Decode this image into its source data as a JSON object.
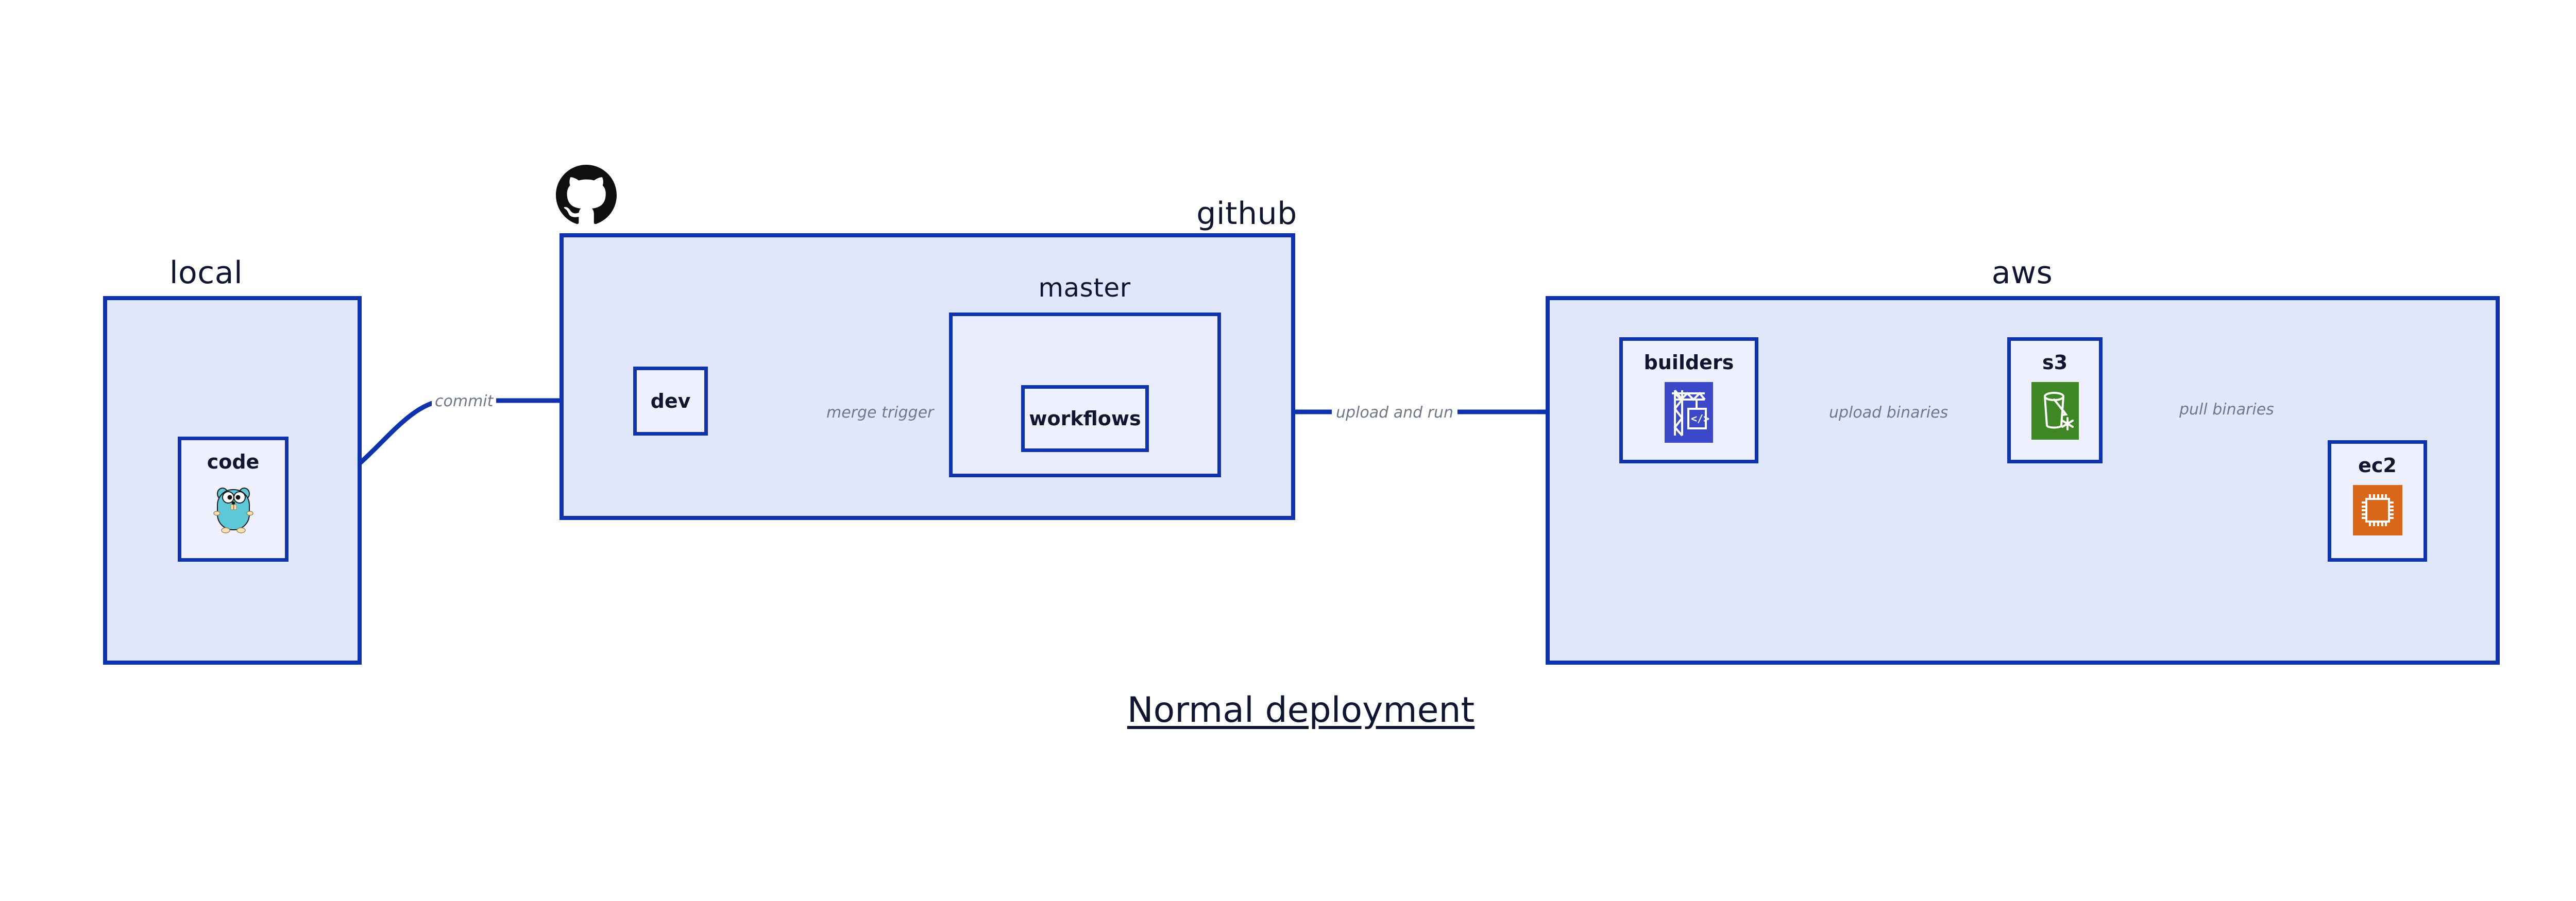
{
  "diagram": {
    "caption": "Normal deployment",
    "background_color": "#ffffff",
    "accent_color": "#0f32ad",
    "group_fill_color": "#e1e7fb",
    "node_fill_color": "#eef1fd",
    "label_color": "#10162f",
    "edge_label_color": "#6f7789"
  },
  "groups": [
    {
      "id": "local",
      "label": "local",
      "nodes": [
        {
          "id": "code",
          "label": "code",
          "icon": "go-gopher-icon"
        }
      ]
    },
    {
      "id": "github",
      "label": "github",
      "icon": "github-octocat-icon",
      "nodes": [
        {
          "id": "dev",
          "label": "dev",
          "icon": "none"
        }
      ],
      "subgroups": [
        {
          "id": "master",
          "label": "master",
          "nodes": [
            {
              "id": "workflows",
              "label": "workflows",
              "icon": "none"
            }
          ]
        }
      ]
    },
    {
      "id": "aws",
      "label": "aws",
      "nodes": [
        {
          "id": "builders",
          "label": "builders",
          "icon": "aws-codebuild-crane-icon",
          "icon_color": "#3b48c7"
        },
        {
          "id": "s3",
          "label": "s3",
          "icon": "aws-s3-bucket-icon",
          "icon_color": "#3f8624"
        },
        {
          "id": "ec2",
          "label": "ec2",
          "icon": "aws-ec2-chip-icon",
          "icon_color": "#d9681a"
        }
      ]
    }
  ],
  "edges": [
    {
      "id": "commit",
      "label": "commit",
      "from": "code",
      "to": "dev"
    },
    {
      "id": "merge-trigger",
      "label": "merge trigger",
      "from": "dev",
      "to": "workflows"
    },
    {
      "id": "upload-and-run",
      "label": "upload and run",
      "from": "workflows",
      "to": "builders"
    },
    {
      "id": "upload-binaries",
      "label": "upload binaries",
      "from": "builders",
      "to": "s3"
    },
    {
      "id": "pull-binaries",
      "label": "pull binaries",
      "from": "s3",
      "to": "ec2"
    }
  ]
}
